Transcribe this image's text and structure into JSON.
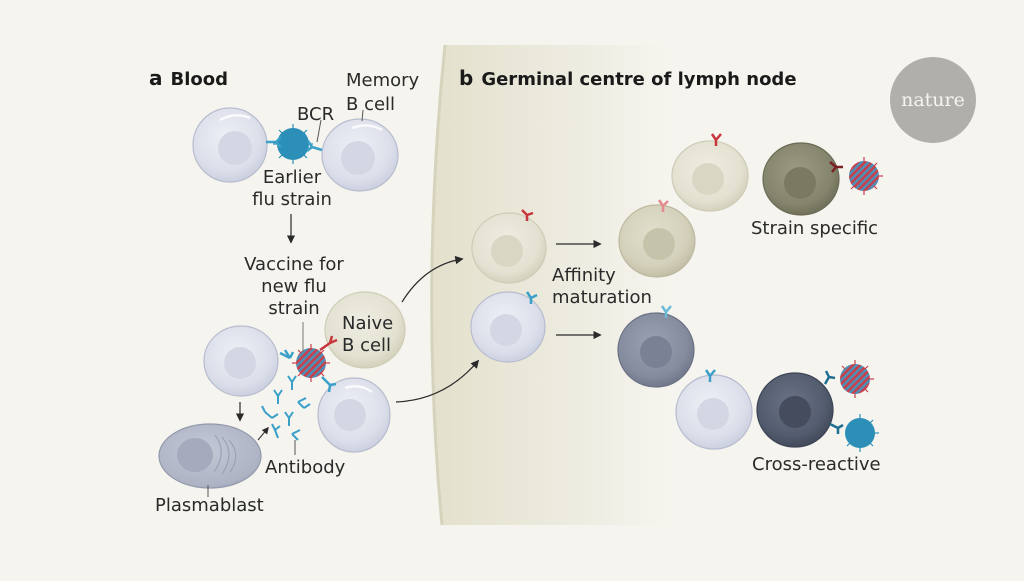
{
  "panels": {
    "a": {
      "letter": "a",
      "title": "Blood"
    },
    "b": {
      "letter": "b",
      "title": "Germinal centre of lymph node"
    }
  },
  "labels": {
    "memory_b_cell": [
      "Memory",
      "B cell"
    ],
    "bcr": "BCR",
    "earlier_flu_strain": [
      "Earlier",
      "flu strain"
    ],
    "vaccine": [
      "Vaccine for",
      "new flu",
      "strain"
    ],
    "naive_b_cell": [
      "Naive",
      "B cell"
    ],
    "antibody": "Antibody",
    "plasmablast": "Plasmablast",
    "affinity_maturation": [
      "Affinity",
      "maturation"
    ],
    "strain_specific": "Strain specific",
    "cross_reactive": "Cross-reactive"
  },
  "logo": {
    "text": "nature"
  },
  "colors": {
    "background": "#f5f4ee",
    "germinal_centre": "#e6e3d3",
    "blue_receptor": "#3aa0c8",
    "red_receptor": "#c8353c",
    "pink_receptor": "#e58a8f",
    "light_blue_receptor": "#6bbad8",
    "earlier_virus": "#2b8fb8",
    "memory_cell": "#dfe2ec",
    "naive_cell": "#e6e4d6",
    "strain_specific_cell": "#8a8a72",
    "cross_reactive_cell": "#4f5a6e"
  }
}
